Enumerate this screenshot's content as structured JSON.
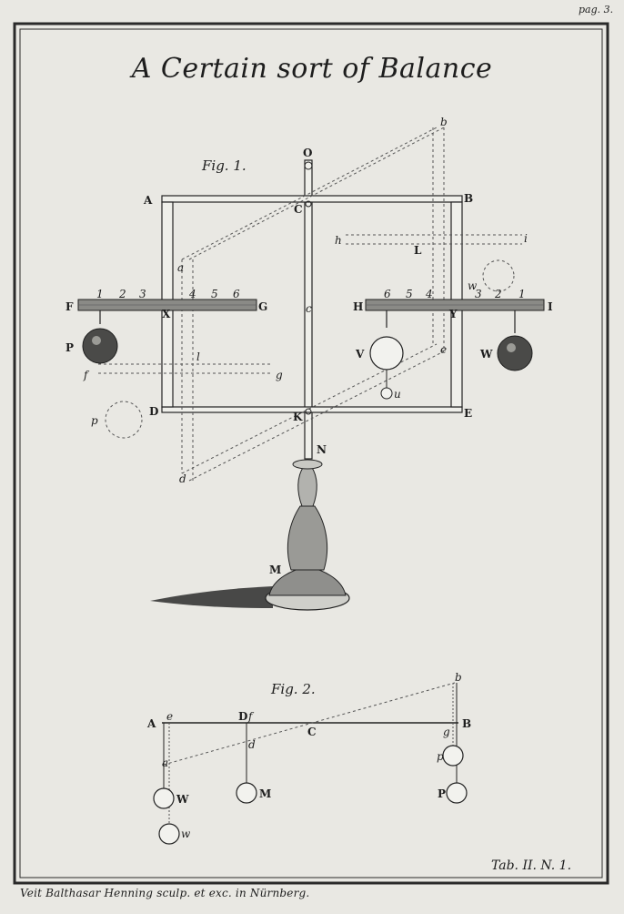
{
  "page_label": "pag. 3.",
  "title": "A Certain sort of Balance",
  "fig1": {
    "caption": "Fig. 1.",
    "labels": {
      "O": "O",
      "A": "A",
      "B": "B",
      "C": "C",
      "D": "D",
      "E": "E",
      "F": "F",
      "G": "G",
      "H": "H",
      "I": "I",
      "X": "X",
      "Y": "Y",
      "K": "K",
      "N": "N",
      "M": "M",
      "P": "P",
      "V": "V",
      "W": "W",
      "L": "L",
      "a": "a",
      "b": "b",
      "c": "c",
      "d": "d",
      "e": "e",
      "f": "f",
      "g": "g",
      "h": "h",
      "i": "i",
      "l": "l",
      "p": "p",
      "u": "u",
      "w": "w"
    },
    "scale_left": [
      "1",
      "2",
      "3",
      "4",
      "5",
      "6"
    ],
    "scale_right": [
      "6",
      "5",
      "4",
      "3",
      "2",
      "1"
    ]
  },
  "fig2": {
    "caption": "Fig. 2.",
    "labels": {
      "A": "A",
      "e": "e",
      "D": "D",
      "f": "f",
      "C": "C",
      "B": "B",
      "b": "b",
      "g": "g",
      "d": "d",
      "a": "a",
      "p": "p",
      "W": "W",
      "M": "M",
      "P": "P",
      "w": "w"
    }
  },
  "tab_label": "Tab. II. N. 1.",
  "signature": "Veit Balthasar Henning sculp. et exc. in Nürnberg."
}
